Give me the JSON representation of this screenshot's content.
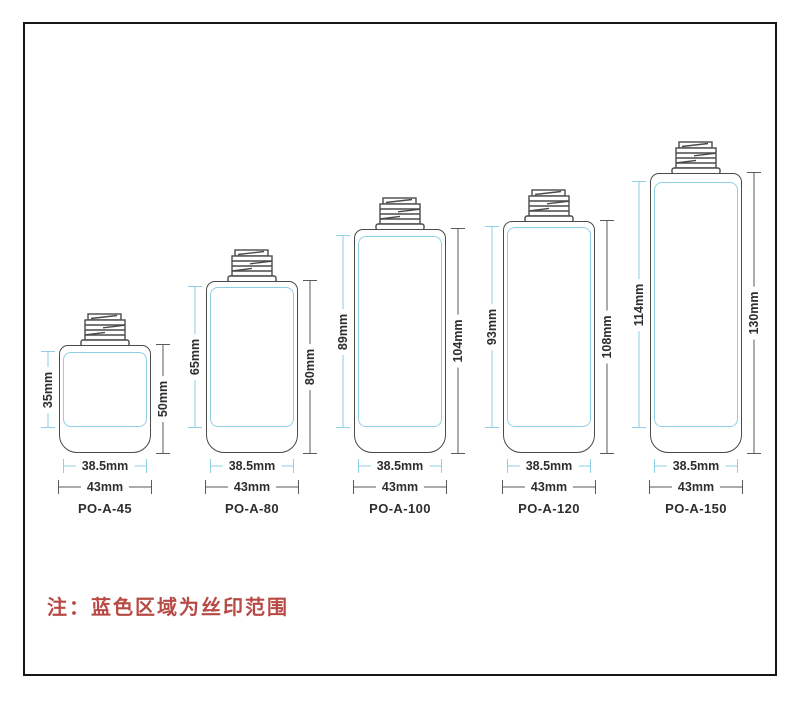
{
  "frame": {
    "border_color": "#161616"
  },
  "palette": {
    "print_area_blue": "#8ecfe5",
    "outline_dark": "#4a4a4a",
    "dim_line_dark": "#5a5a5a",
    "label_text": "#2e2e2e",
    "note_red": "#b84a45"
  },
  "note": "注：蓝色区域为丝印范围",
  "dimension_unit": "mm",
  "bottles": [
    {
      "name": "PO-A-45",
      "print_height_mm": 35,
      "total_height_mm": 50,
      "print_width_mm": 38.5,
      "body_width_mm": 43,
      "labels": {
        "print_height": "35mm",
        "total_height": "50mm",
        "print_width": "38.5mm",
        "body_width": "43mm"
      }
    },
    {
      "name": "PO-A-80",
      "print_height_mm": 65,
      "total_height_mm": 80,
      "print_width_mm": 38.5,
      "body_width_mm": 43,
      "labels": {
        "print_height": "65mm",
        "total_height": "80mm",
        "print_width": "38.5mm",
        "body_width": "43mm"
      }
    },
    {
      "name": "PO-A-100",
      "print_height_mm": 89,
      "total_height_mm": 104,
      "print_width_mm": 38.5,
      "body_width_mm": 43,
      "labels": {
        "print_height": "89mm",
        "total_height": "104mm",
        "print_width": "38.5mm",
        "body_width": "43mm"
      }
    },
    {
      "name": "PO-A-120",
      "print_height_mm": 93,
      "total_height_mm": 108,
      "print_width_mm": 38.5,
      "body_width_mm": 43,
      "labels": {
        "print_height": "93mm",
        "total_height": "108mm",
        "print_width": "38.5mm",
        "body_width": "43mm"
      }
    },
    {
      "name": "PO-A-150",
      "print_height_mm": 114,
      "total_height_mm": 130,
      "print_width_mm": 38.5,
      "body_width_mm": 43,
      "labels": {
        "print_height": "114mm",
        "total_height": "130mm",
        "print_width": "38.5mm",
        "body_width": "43mm"
      }
    }
  ]
}
